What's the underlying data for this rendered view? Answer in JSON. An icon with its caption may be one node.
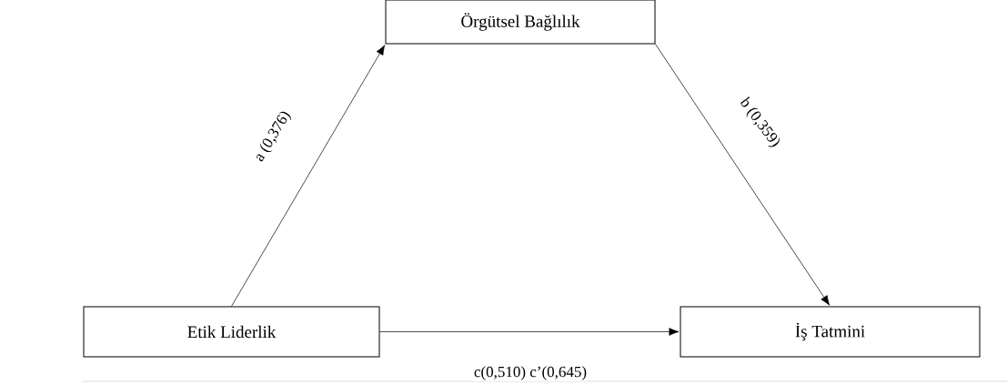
{
  "diagram": {
    "nodes": [
      {
        "text": [
          "Örgütsel Bağlılık"
        ]
      },
      {
        "text": [
          "Etik Liderlik"
        ]
      },
      {
        "text": [
          "İş Tatmini"
        ]
      }
    ],
    "edges": [
      {
        "from": 1,
        "to": 0,
        "arrow": "to",
        "label": "a (0,376)"
      },
      {
        "from": 0,
        "to": 2,
        "arrow": "to",
        "label": "b (0,359)"
      },
      {
        "from": 1,
        "to": 2,
        "arrow": "to",
        "label": "c(0,510)   c’(0,645)"
      }
    ]
  }
}
